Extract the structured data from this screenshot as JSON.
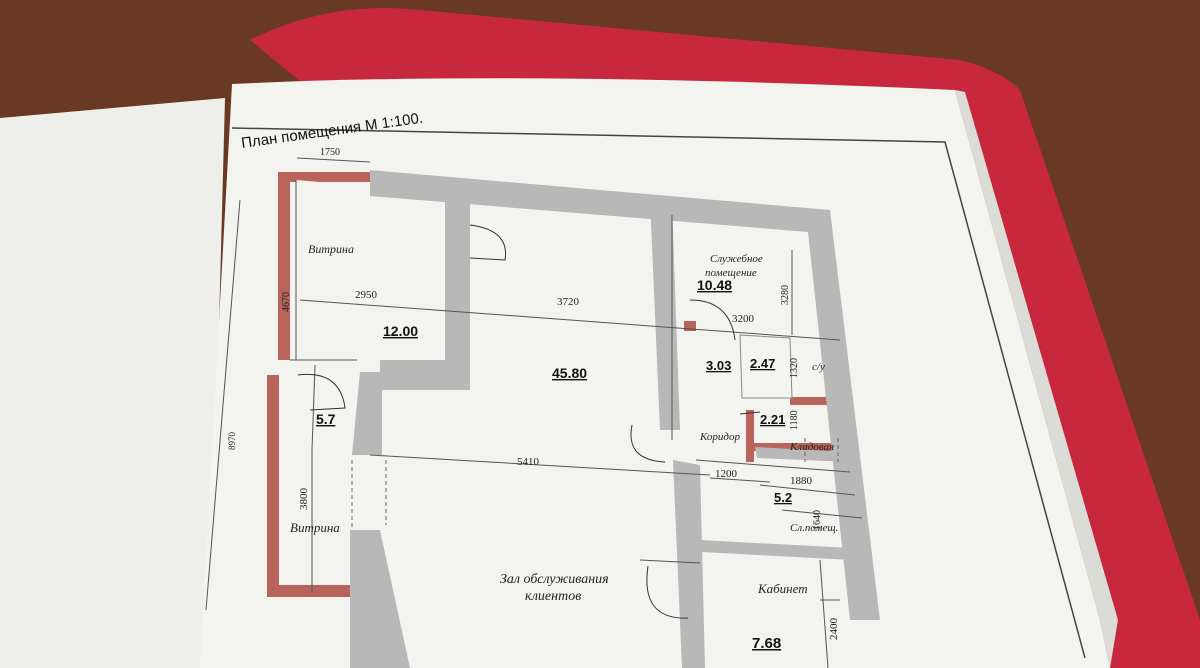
{
  "title": "План помещения М 1:100.",
  "rooms": [
    {
      "id": "vitrina-top",
      "name": "Витрина"
    },
    {
      "id": "vitrina-bottom",
      "name": "Витрина"
    },
    {
      "id": "sluzh",
      "name": "Служебное помещение",
      "line1": "Служебное",
      "line2": "помещение"
    },
    {
      "id": "corridor",
      "name": "Коридор"
    },
    {
      "id": "kladovaya",
      "name": "Кладовая"
    },
    {
      "id": "su",
      "name": "с/у"
    },
    {
      "id": "slpomesh",
      "name": "Сл.помещ."
    },
    {
      "id": "zal",
      "name": "Зал обслуживания клиентов",
      "line1": "Зал обслуживания",
      "line2": "клиентов"
    },
    {
      "id": "kabinet",
      "name": "Кабинет"
    }
  ],
  "areas": [
    "12.00",
    "45.80",
    "10.48",
    "3.03",
    "2.47",
    "2.21",
    "5.7",
    "5.2",
    "7.68"
  ],
  "dimensions": [
    "1750",
    "4670",
    "2950",
    "3720",
    "3200",
    "3280",
    "1320",
    "1180",
    "8970",
    "3800",
    "5410",
    "1200",
    "1880",
    "1640",
    "2400"
  ],
  "colors": {
    "wall": "#b8b8b8",
    "exterior_wall": "#b9645a",
    "paper": "#f3f3ef",
    "binder": "#c8283d",
    "table": "#6b3b24"
  }
}
